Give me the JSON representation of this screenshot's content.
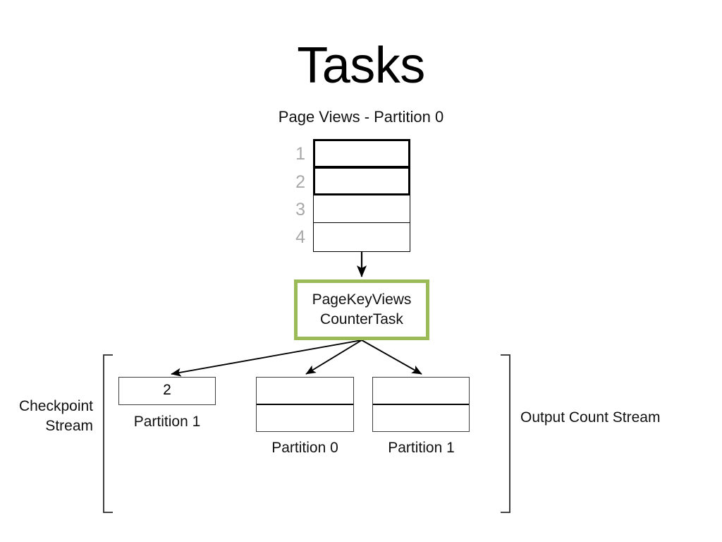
{
  "slide": {
    "title": "Tasks",
    "subtitle": "Page Views - Partition 0",
    "background": "#ffffff"
  },
  "input_queue": {
    "name": "Page Views - Partition 0",
    "rows": [
      {
        "number": "1",
        "state": "consumed",
        "border": "thick"
      },
      {
        "number": "2",
        "state": "consumed",
        "border": "thick"
      },
      {
        "number": "3",
        "state": "pending",
        "border": "thin"
      },
      {
        "number": "4",
        "state": "pending",
        "border": "thin"
      }
    ],
    "number_color": "#a9a9a9"
  },
  "task": {
    "line1": "PageKeyViews",
    "line2": "CounterTask",
    "border_color": "#9bbb59"
  },
  "checkpoint_stream": {
    "label_line1": "Checkpoint",
    "label_line2": "Stream",
    "box": {
      "value": "2",
      "label": "Partition 1"
    }
  },
  "output_count_stream": {
    "label": "Output Count Stream",
    "boxes": [
      {
        "value": "",
        "label": "Partition 0",
        "rows": 2
      },
      {
        "value": "",
        "label": "Partition 1",
        "rows": 2
      }
    ]
  },
  "connectors": {
    "queue_to_task": "arrow-down",
    "task_to_checkpoint": "arrow-down-left",
    "task_to_output0": "arrow-down-left",
    "task_to_output1": "arrow-down-right"
  }
}
